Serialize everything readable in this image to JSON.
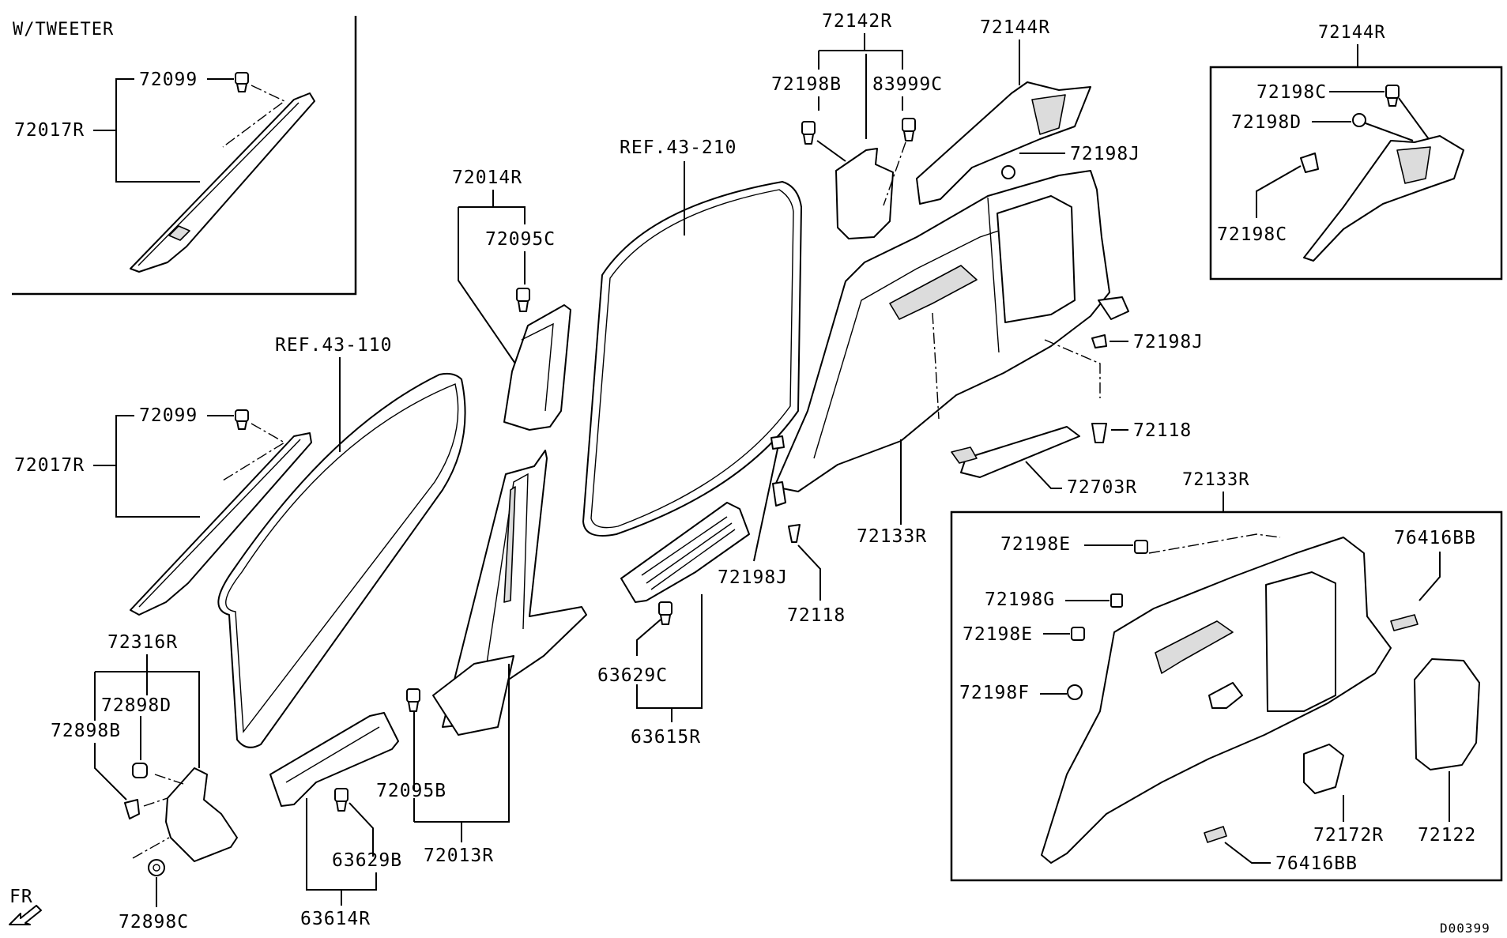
{
  "boxes": {
    "tweeter_title": "W/TWEETER",
    "box_72144R_title": "72144R",
    "box_72133R_title": "72133R"
  },
  "labels": {
    "tw_72099": "72099",
    "tw_72017R": "72017R",
    "p72099": "72099",
    "p72017R": "72017R",
    "ref43_110": "REF.43-110",
    "ref43_210": "REF.43-210",
    "p72014R": "72014R",
    "p72095C": "72095C",
    "p72142R": "72142R",
    "p72198B": "72198B",
    "p83999C": "83999C",
    "p72144R_main": "72144R",
    "p72198J_a": "72198J",
    "p72198J_b": "72198J",
    "p72198J_c": "72198J",
    "p72118_a": "72118",
    "p72118_b": "72118",
    "p72703R": "72703R",
    "p72133R_main": "72133R",
    "p72316R": "72316R",
    "p72898D": "72898D",
    "p72898B": "72898B",
    "p72898C": "72898C",
    "p72095B": "72095B",
    "p72013R": "72013R",
    "p63629B": "63629B",
    "p63614R": "63614R",
    "p63629C": "63629C",
    "p63615R": "63615R",
    "b1_72198C_top": "72198C",
    "b1_72198D": "72198D",
    "b1_72198C_bot": "72198C",
    "b2_72198E_a": "72198E",
    "b2_72198G": "72198G",
    "b2_72198E_b": "72198E",
    "b2_72198F": "72198F",
    "b2_76416BB_a": "76416BB",
    "b2_76416BB_b": "76416BB",
    "b2_72172R": "72172R",
    "b2_72122": "72122",
    "fr": "FR",
    "code": "D00399"
  }
}
